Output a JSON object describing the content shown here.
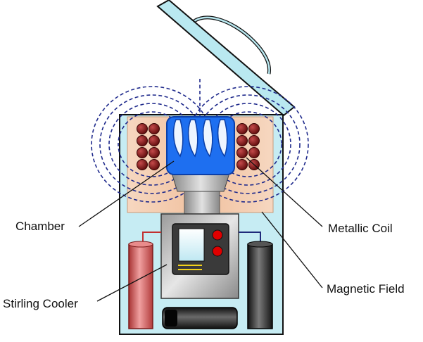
{
  "labels": {
    "chamber": "Chamber",
    "metallic_coil": "Metallic Coil",
    "magnetic_field": "Magnetic Field",
    "stirling_cooler": "Stirling Cooler"
  },
  "colors": {
    "outline": "#111111",
    "lid": "#b9e8f0",
    "container": "#c6ecf3",
    "chamber_blue": "#1e6ff0",
    "coil": "#7a1212",
    "coil_area": "#f3c6a6",
    "field_lines": "#1f2a8c",
    "cooler_red": "#d65b5b",
    "cooler_dark": "#2a2a2a"
  }
}
